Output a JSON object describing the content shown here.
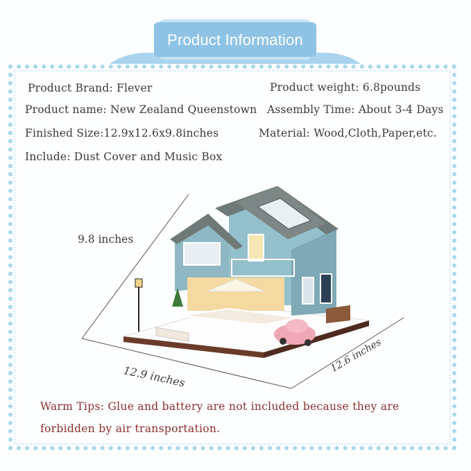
{
  "header": {
    "title": "Product Information"
  },
  "specs": {
    "brand": "Product Brand: Flever",
    "weight": "Product weight: 6.8pounds",
    "name": "Product name: New Zealand Queenstown",
    "assembly_time": "Assembly Time: About 3-4 Days",
    "finished_size": "Finished Size:12.9x12.6x9.8inches",
    "material": "Material: Wood,Cloth,Paper,etc.",
    "include": "Include: Dust Cover and Music Box"
  },
  "dimensions": {
    "height": "9.8 inches",
    "width": "12.9 inches",
    "depth": "12.6 inches"
  },
  "tips": {
    "line1": "Warm Tips: Glue and battery are not included because they are",
    "line2": "forbidden by air transportation."
  },
  "colors": {
    "frame": "#a8d8ee",
    "banner": "#8fc3e6",
    "tips_text": "#8b2e2e",
    "house_wall": "#8fb8c4",
    "roof": "#6f7a78"
  }
}
